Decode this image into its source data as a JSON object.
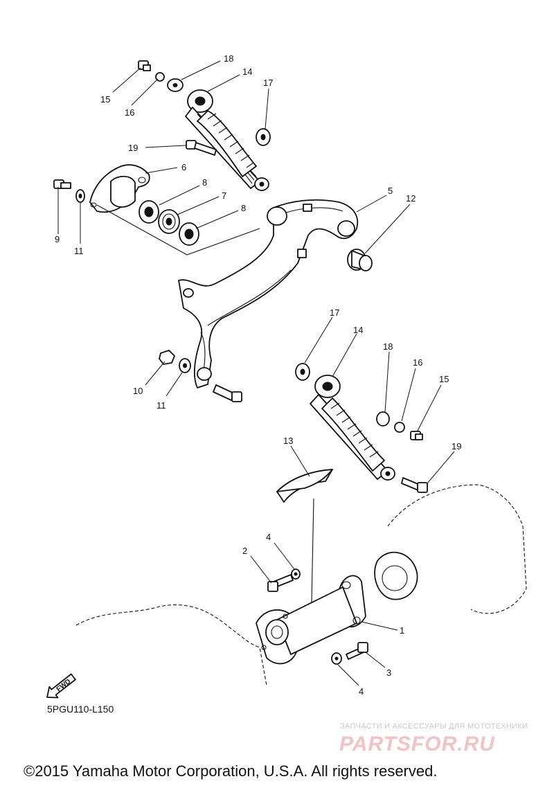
{
  "diagram": {
    "code": "5PGU110-L150",
    "fwd_label": "FWD",
    "copyright": "©2015 Yamaha Motor Corporation, U.S.A. All rights reserved.",
    "watermark_tagline": "ЗАПЧАСТИ И АКСЕССУАРЫ ДЛЯ МОТОТЕХНИКИ",
    "watermark_logo": "PARTSFOR.RU",
    "callouts": [
      "18",
      "14",
      "15",
      "16",
      "17",
      "19",
      "6",
      "8",
      "7",
      "8",
      "5",
      "12",
      "9",
      "11",
      "10",
      "11",
      "17",
      "14",
      "18",
      "16",
      "15",
      "19",
      "13",
      "4",
      "2",
      "1",
      "3",
      "4"
    ]
  }
}
